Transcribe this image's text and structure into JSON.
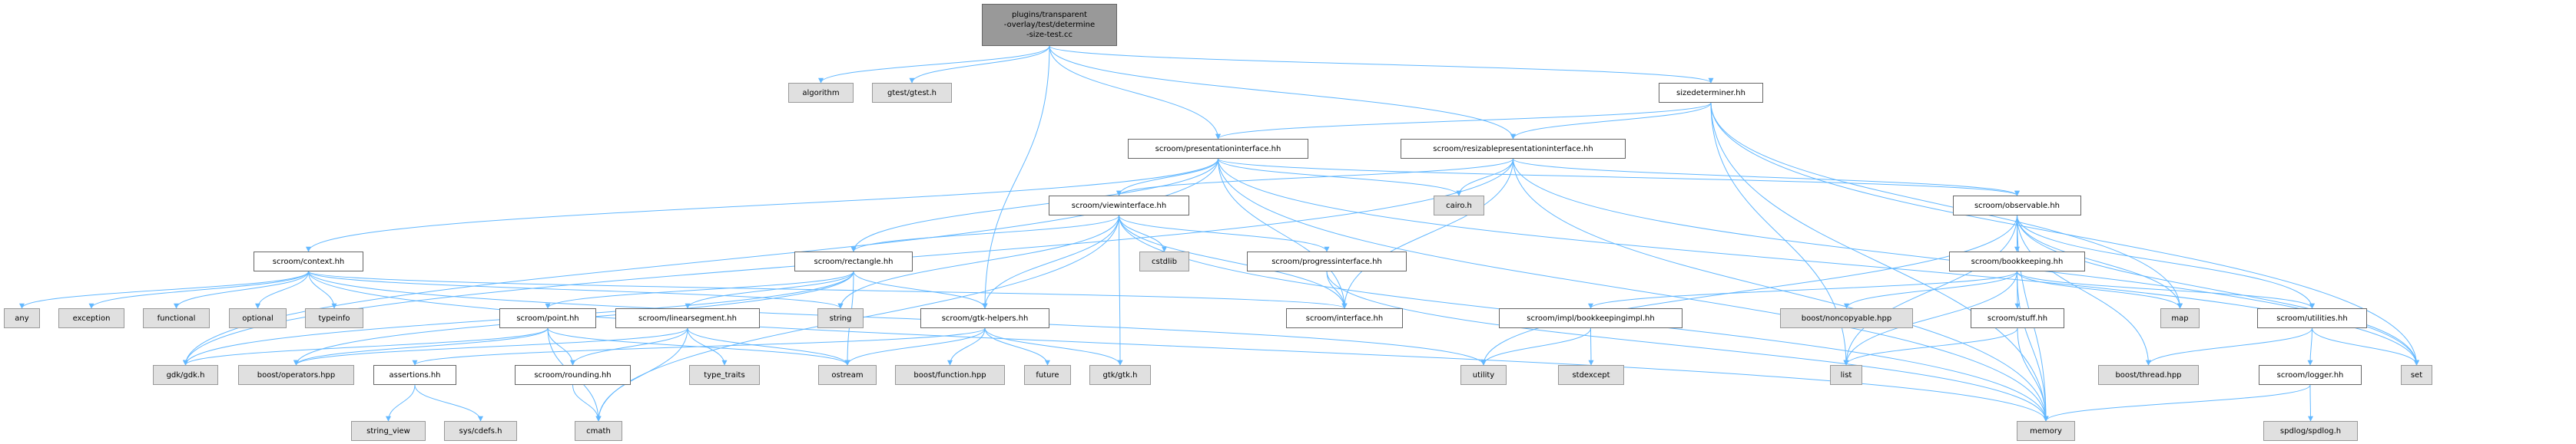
{
  "title": "plugins/transparent-overlay/test/determine-size-test.cc include dependency graph",
  "colors": {
    "edge": "#63b8ff",
    "root_fill": "#999999",
    "project_fill": "#ffffff",
    "system_fill": "#e0e0e0"
  },
  "nodes": {
    "root": {
      "label": "plugins/transparent\n-overlay/test/determine\n-size-test.cc",
      "kind": "root"
    },
    "algorithm": {
      "label": "algorithm",
      "kind": "sys"
    },
    "gtest": {
      "label": "gtest/gtest.h",
      "kind": "sys"
    },
    "sizedeterminer": {
      "label": "sizedeterminer.hh",
      "kind": "proj"
    },
    "presentationinterface": {
      "label": "scroom/presentationinterface.hh",
      "kind": "proj"
    },
    "resizable": {
      "label": "scroom/resizablepresentationinterface.hh",
      "kind": "proj"
    },
    "viewinterface": {
      "label": "scroom/viewinterface.hh",
      "kind": "proj"
    },
    "cairo": {
      "label": "cairo.h",
      "kind": "sys"
    },
    "observable": {
      "label": "scroom/observable.hh",
      "kind": "proj"
    },
    "context": {
      "label": "scroom/context.hh",
      "kind": "proj"
    },
    "rectangle": {
      "label": "scroom/rectangle.hh",
      "kind": "proj"
    },
    "cstdlib": {
      "label": "cstdlib",
      "kind": "sys"
    },
    "progressinterface": {
      "label": "scroom/progressinterface.hh",
      "kind": "proj"
    },
    "bookkeeping": {
      "label": "scroom/bookkeeping.hh",
      "kind": "proj"
    },
    "any": {
      "label": "any",
      "kind": "sys"
    },
    "exception": {
      "label": "exception",
      "kind": "sys"
    },
    "functional": {
      "label": "functional",
      "kind": "sys"
    },
    "optional": {
      "label": "optional",
      "kind": "sys"
    },
    "typeinfo": {
      "label": "typeinfo",
      "kind": "sys"
    },
    "point": {
      "label": "scroom/point.hh",
      "kind": "proj"
    },
    "linearsegment": {
      "label": "scroom/linearsegment.hh",
      "kind": "proj"
    },
    "string": {
      "label": "string",
      "kind": "sys"
    },
    "gtkhelpers": {
      "label": "scroom/gtk-helpers.hh",
      "kind": "proj"
    },
    "interface": {
      "label": "scroom/interface.hh",
      "kind": "proj"
    },
    "bookkeepingimpl": {
      "label": "scroom/impl/bookkeepingimpl.hh",
      "kind": "proj"
    },
    "noncopyable": {
      "label": "boost/noncopyable.hpp",
      "kind": "sys"
    },
    "stuff": {
      "label": "scroom/stuff.hh",
      "kind": "proj"
    },
    "map": {
      "label": "map",
      "kind": "sys"
    },
    "utilities": {
      "label": "scroom/utilities.hh",
      "kind": "proj"
    },
    "gdk": {
      "label": "gdk/gdk.h",
      "kind": "sys"
    },
    "operators": {
      "label": "boost/operators.hpp",
      "kind": "sys"
    },
    "assertions": {
      "label": "assertions.hh",
      "kind": "proj"
    },
    "rounding": {
      "label": "scroom/rounding.hh",
      "kind": "proj"
    },
    "typetraits": {
      "label": "type_traits",
      "kind": "sys"
    },
    "ostream": {
      "label": "ostream",
      "kind": "sys"
    },
    "boostfunction": {
      "label": "boost/function.hpp",
      "kind": "sys"
    },
    "future": {
      "label": "future",
      "kind": "sys"
    },
    "gtk": {
      "label": "gtk/gtk.h",
      "kind": "sys"
    },
    "utility": {
      "label": "utility",
      "kind": "sys"
    },
    "stdexcept": {
      "label": "stdexcept",
      "kind": "sys"
    },
    "list": {
      "label": "list",
      "kind": "sys"
    },
    "boostthread": {
      "label": "boost/thread.hpp",
      "kind": "sys"
    },
    "logger": {
      "label": "scroom/logger.hh",
      "kind": "proj"
    },
    "set": {
      "label": "set",
      "kind": "sys"
    },
    "stringview": {
      "label": "string_view",
      "kind": "sys"
    },
    "syscdefs": {
      "label": "sys/cdefs.h",
      "kind": "sys"
    },
    "cmath": {
      "label": "cmath",
      "kind": "sys"
    },
    "memory": {
      "label": "memory",
      "kind": "sys"
    },
    "spdlog": {
      "label": "spdlog/spdlog.h",
      "kind": "sys"
    }
  },
  "edges": [
    [
      "root",
      "algorithm"
    ],
    [
      "root",
      "gtest"
    ],
    [
      "root",
      "gtkhelpers"
    ],
    [
      "root",
      "presentationinterface"
    ],
    [
      "root",
      "resizable"
    ],
    [
      "root",
      "sizedeterminer"
    ],
    [
      "sizedeterminer",
      "presentationinterface"
    ],
    [
      "sizedeterminer",
      "resizable"
    ],
    [
      "sizedeterminer",
      "list"
    ],
    [
      "sizedeterminer",
      "map"
    ],
    [
      "sizedeterminer",
      "set"
    ],
    [
      "sizedeterminer",
      "memory"
    ],
    [
      "presentationinterface",
      "context"
    ],
    [
      "presentationinterface",
      "gdk"
    ],
    [
      "presentationinterface",
      "viewinterface"
    ],
    [
      "presentationinterface",
      "rectangle"
    ],
    [
      "presentationinterface",
      "cairo"
    ],
    [
      "presentationinterface",
      "interface"
    ],
    [
      "presentationinterface",
      "memory"
    ],
    [
      "presentationinterface",
      "observable"
    ],
    [
      "presentationinterface",
      "set"
    ],
    [
      "resizable",
      "viewinterface"
    ],
    [
      "resizable",
      "cairo"
    ],
    [
      "resizable",
      "interface"
    ],
    [
      "resizable",
      "gdk"
    ],
    [
      "resizable",
      "observable"
    ],
    [
      "resizable",
      "set"
    ],
    [
      "resizable",
      "memory"
    ],
    [
      "viewinterface",
      "rectangle"
    ],
    [
      "viewinterface",
      "gtkhelpers"
    ],
    [
      "viewinterface",
      "string"
    ],
    [
      "viewinterface",
      "cstdlib"
    ],
    [
      "viewinterface",
      "progressinterface"
    ],
    [
      "viewinterface",
      "interface"
    ],
    [
      "viewinterface",
      "gtk"
    ],
    [
      "viewinterface",
      "cmath"
    ],
    [
      "viewinterface",
      "memory"
    ],
    [
      "context",
      "any"
    ],
    [
      "context",
      "exception"
    ],
    [
      "context",
      "functional"
    ],
    [
      "context",
      "optional"
    ],
    [
      "context",
      "typeinfo"
    ],
    [
      "context",
      "string"
    ],
    [
      "context",
      "interface"
    ],
    [
      "context",
      "memory"
    ],
    [
      "context",
      "utility"
    ],
    [
      "rectangle",
      "point"
    ],
    [
      "rectangle",
      "linearsegment"
    ],
    [
      "rectangle",
      "gtkhelpers"
    ],
    [
      "rectangle",
      "ostream"
    ],
    [
      "rectangle",
      "gdk"
    ],
    [
      "rectangle",
      "operators"
    ],
    [
      "point",
      "gdk"
    ],
    [
      "point",
      "operators"
    ],
    [
      "point",
      "ostream"
    ],
    [
      "point",
      "rounding"
    ],
    [
      "point",
      "cmath"
    ],
    [
      "linearsegment",
      "operators"
    ],
    [
      "linearsegment",
      "rounding"
    ],
    [
      "linearsegment",
      "cmath"
    ],
    [
      "linearsegment",
      "typetraits"
    ],
    [
      "linearsegment",
      "ostream"
    ],
    [
      "gtkhelpers",
      "assertions"
    ],
    [
      "gtkhelpers",
      "ostream"
    ],
    [
      "gtkhelpers",
      "boostfunction"
    ],
    [
      "gtkhelpers",
      "future"
    ],
    [
      "gtkhelpers",
      "gtk"
    ],
    [
      "assertions",
      "stringview"
    ],
    [
      "assertions",
      "syscdefs"
    ],
    [
      "rounding",
      "cmath"
    ],
    [
      "progressinterface",
      "interface"
    ],
    [
      "progressinterface",
      "memory"
    ],
    [
      "bookkeepingimpl",
      "utility"
    ],
    [
      "bookkeepingimpl",
      "stdexcept"
    ],
    [
      "observable",
      "bookkeeping"
    ],
    [
      "observable",
      "list"
    ],
    [
      "observable",
      "boostthread"
    ],
    [
      "observable",
      "map"
    ],
    [
      "observable",
      "memory"
    ],
    [
      "observable",
      "utilities"
    ],
    [
      "observable",
      "set"
    ],
    [
      "observable",
      "utility"
    ],
    [
      "bookkeeping",
      "bookkeepingimpl"
    ],
    [
      "bookkeeping",
      "noncopyable"
    ],
    [
      "bookkeeping",
      "stuff"
    ],
    [
      "bookkeeping",
      "list"
    ],
    [
      "bookkeeping",
      "memory"
    ],
    [
      "bookkeeping",
      "map"
    ],
    [
      "bookkeeping",
      "utilities"
    ],
    [
      "stuff",
      "list"
    ],
    [
      "stuff",
      "memory"
    ],
    [
      "utilities",
      "boostthread"
    ],
    [
      "utilities",
      "logger"
    ],
    [
      "utilities",
      "set"
    ],
    [
      "logger",
      "memory"
    ],
    [
      "logger",
      "spdlog"
    ]
  ]
}
